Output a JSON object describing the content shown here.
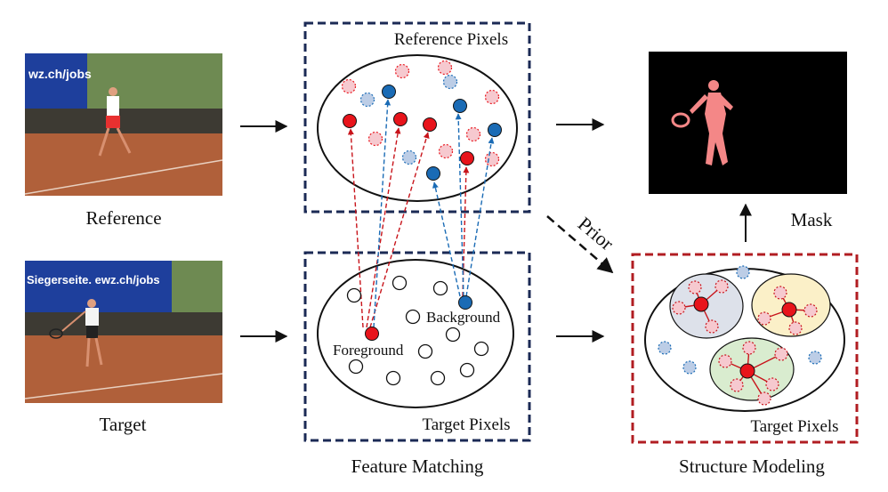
{
  "photos": {
    "reference_caption": "Reference",
    "target_caption": "Target",
    "reference_banner": "wz.ch/jobs",
    "target_banner": "Siegerseite. ewz.ch/jobs"
  },
  "feature_matching": {
    "reference_box_title": "Reference Pixels",
    "target_box_title": "Target Pixels",
    "foreground_label": "Foreground",
    "background_label": "Background",
    "caption": "Feature Matching"
  },
  "prior_label": "Prior",
  "mask_label": "Mask",
  "structure_modeling": {
    "box_title": "Target Pixels",
    "caption": "Structure Modeling"
  },
  "colors": {
    "foreground": "#e8141b",
    "background": "#1a6bb5",
    "fg_light": "#f6c9cf",
    "bg_light": "#bccde6",
    "blue_box": "#1b2a55",
    "red_box": "#b11d22",
    "cluster_gray": "#dde1ea",
    "cluster_yellow": "#fbf0c8",
    "cluster_green": "#d9eccf"
  }
}
